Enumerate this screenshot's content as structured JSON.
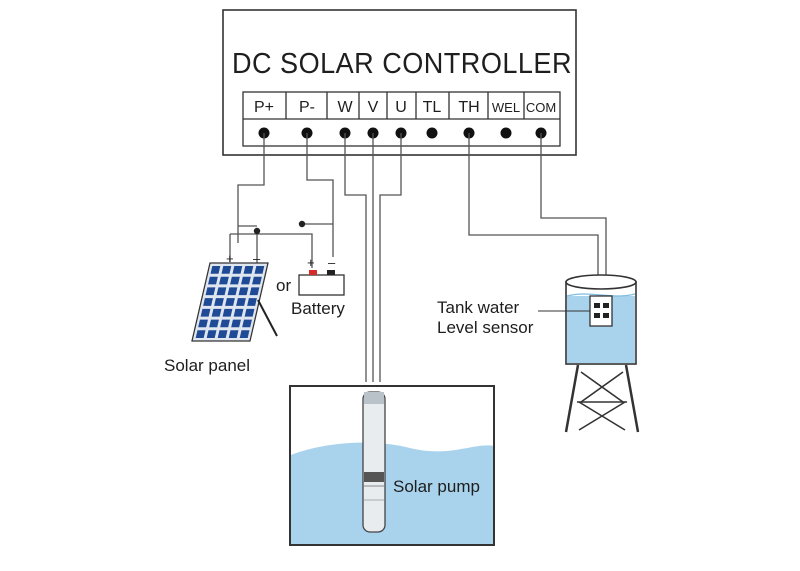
{
  "controller": {
    "title": "DC SOLAR CONTROLLER",
    "terminals": [
      "P+",
      "P-",
      "W",
      "V",
      "U",
      "TL",
      "TH",
      "WEL",
      "COM"
    ]
  },
  "labels": {
    "battery_or": "or",
    "battery": "Battery",
    "solar_panel": "Solar panel",
    "tank_line1": "Tank water",
    "tank_line2": "Level sensor",
    "pump": "Solar pump"
  },
  "symbols": {
    "panel_plus": "+",
    "panel_minus": "–",
    "battery_plus": "+",
    "battery_minus": "–"
  },
  "colors": {
    "water": "#a9d3ec",
    "water_dark": "#7fbde3",
    "panel_cell": "#1f4a96",
    "battery_red": "#d62b2b"
  }
}
